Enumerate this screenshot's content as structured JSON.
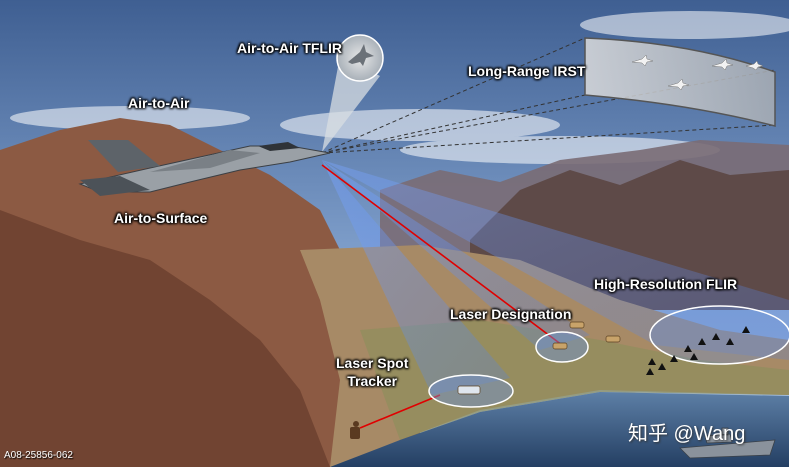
{
  "labels": {
    "air_to_air_tflir": "Air-to-Air TFLIR",
    "long_range_irst": "Long-Range IRST",
    "air_to_air": "Air-to-Air",
    "air_to_surface": "Air-to-Surface",
    "high_resolution_flir": "High-Resolution FLIR",
    "laser_designation": "Laser Designation",
    "laser_spot_tracker_line1": "Laser Spot",
    "laser_spot_tracker_line2": "Tracker"
  },
  "figure_code": "A08-25856-062",
  "watermark": "知乎 @Wang",
  "colors": {
    "sky": "#5f83b4",
    "beam": "#5a8cf0",
    "laser": "#e00000",
    "sea": "#34577e",
    "mountain": "#8a5a44"
  },
  "icons": [
    "fighter-jet-icon",
    "target-aircraft-icon",
    "tank-icon",
    "ship-icon",
    "soldier-icon"
  ]
}
